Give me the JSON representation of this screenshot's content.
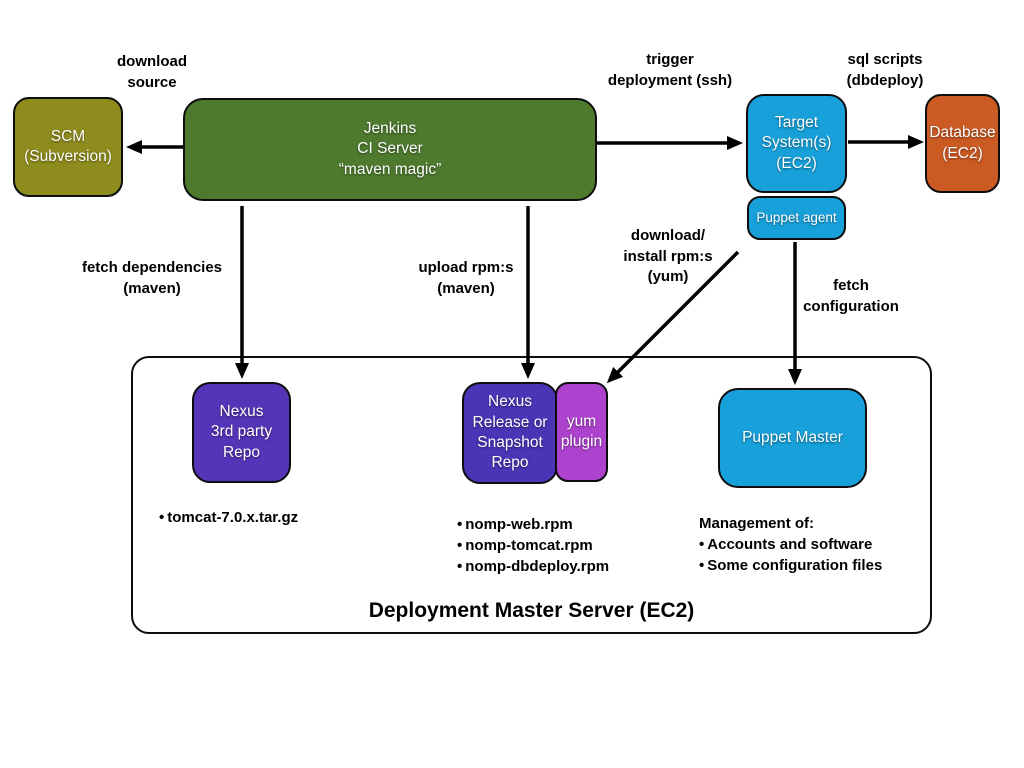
{
  "nodes": {
    "scm": {
      "label": "SCM\n(Subversion)",
      "color": "#8F8C1E"
    },
    "jenkins": {
      "label": "Jenkins\nCI Server\n“maven magic”",
      "color": "#4E7A2E"
    },
    "target": {
      "label": "Target\nSystem(s)\n(EC2)",
      "color": "#17A0D9"
    },
    "puppet_agent": {
      "label": "Puppet agent",
      "color": "#17A0D9"
    },
    "database": {
      "label": "Database\n(EC2)",
      "color": "#CB5A23"
    },
    "nexus_3rd": {
      "label": "Nexus\n3rd party\nRepo",
      "color": "#5634B8"
    },
    "nexus_release": {
      "label": "Nexus\nRelease or\nSnapshot\nRepo",
      "color": "#4C34B6"
    },
    "yum_plugin": {
      "label": "yum\nplugin",
      "color": "#AD42CE"
    },
    "puppet_master": {
      "label": "Puppet Master",
      "color": "#17A0D9"
    }
  },
  "edge_labels": {
    "download_source": "download\nsource",
    "trigger_deployment": "trigger\ndeployment (ssh)",
    "sql_scripts": "sql scripts\n(dbdeploy)",
    "fetch_dependencies": "fetch dependencies\n(maven)",
    "upload_rpms": "upload rpm:s\n(maven)",
    "download_install_rpms": "download/\ninstall rpm:s\n(yum)",
    "fetch_configuration": "fetch\nconfiguration"
  },
  "deployment_server": {
    "title": "Deployment Master Server (EC2)",
    "tomcat_list": [
      "tomcat-7.0.x.tar.gz"
    ],
    "rpm_list": [
      "nomp-web.rpm",
      "nomp-tomcat.rpm",
      "nomp-dbdeploy.rpm"
    ],
    "management": {
      "heading": "Management of:",
      "items": [
        "Accounts and software",
        "Some configuration files"
      ]
    }
  },
  "arrow_color": "#000000"
}
